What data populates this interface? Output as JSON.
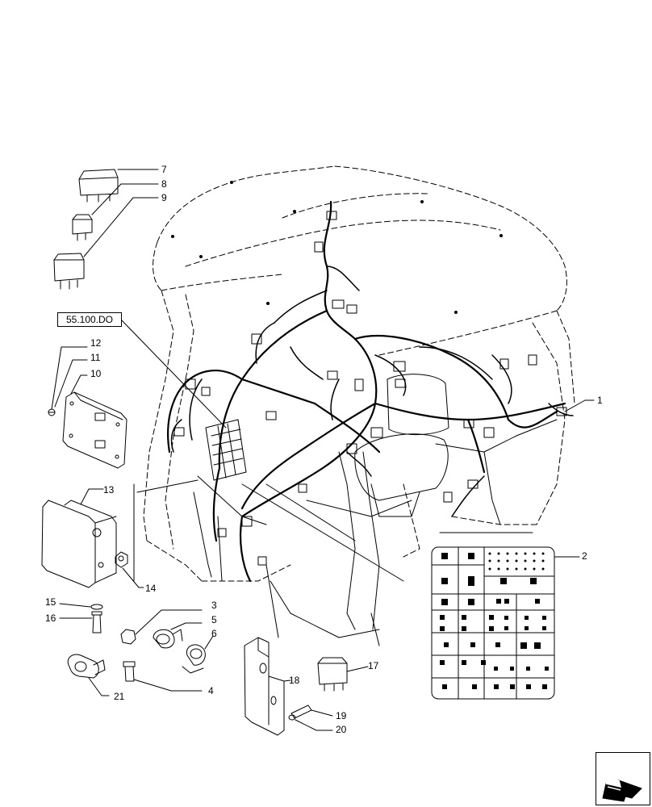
{
  "diagram": {
    "reference_link": "55.100.DO",
    "callouts": [
      {
        "id": "1",
        "text": "1"
      },
      {
        "id": "2",
        "text": "2"
      },
      {
        "id": "3",
        "text": "3"
      },
      {
        "id": "4",
        "text": "4"
      },
      {
        "id": "5",
        "text": "5"
      },
      {
        "id": "6",
        "text": "6"
      },
      {
        "id": "7",
        "text": "7"
      },
      {
        "id": "8",
        "text": "8"
      },
      {
        "id": "9",
        "text": "9"
      },
      {
        "id": "10",
        "text": "10"
      },
      {
        "id": "11",
        "text": "11"
      },
      {
        "id": "12",
        "text": "12"
      },
      {
        "id": "13",
        "text": "13"
      },
      {
        "id": "14",
        "text": "14"
      },
      {
        "id": "15",
        "text": "15"
      },
      {
        "id": "16",
        "text": "16"
      },
      {
        "id": "17",
        "text": "17"
      },
      {
        "id": "18",
        "text": "18"
      },
      {
        "id": "19",
        "text": "19"
      },
      {
        "id": "20",
        "text": "20"
      },
      {
        "id": "21",
        "text": "21"
      }
    ],
    "nav_icon": "next-page-arrow-icon",
    "colors": {
      "line": "#000000",
      "background": "#ffffff"
    }
  }
}
